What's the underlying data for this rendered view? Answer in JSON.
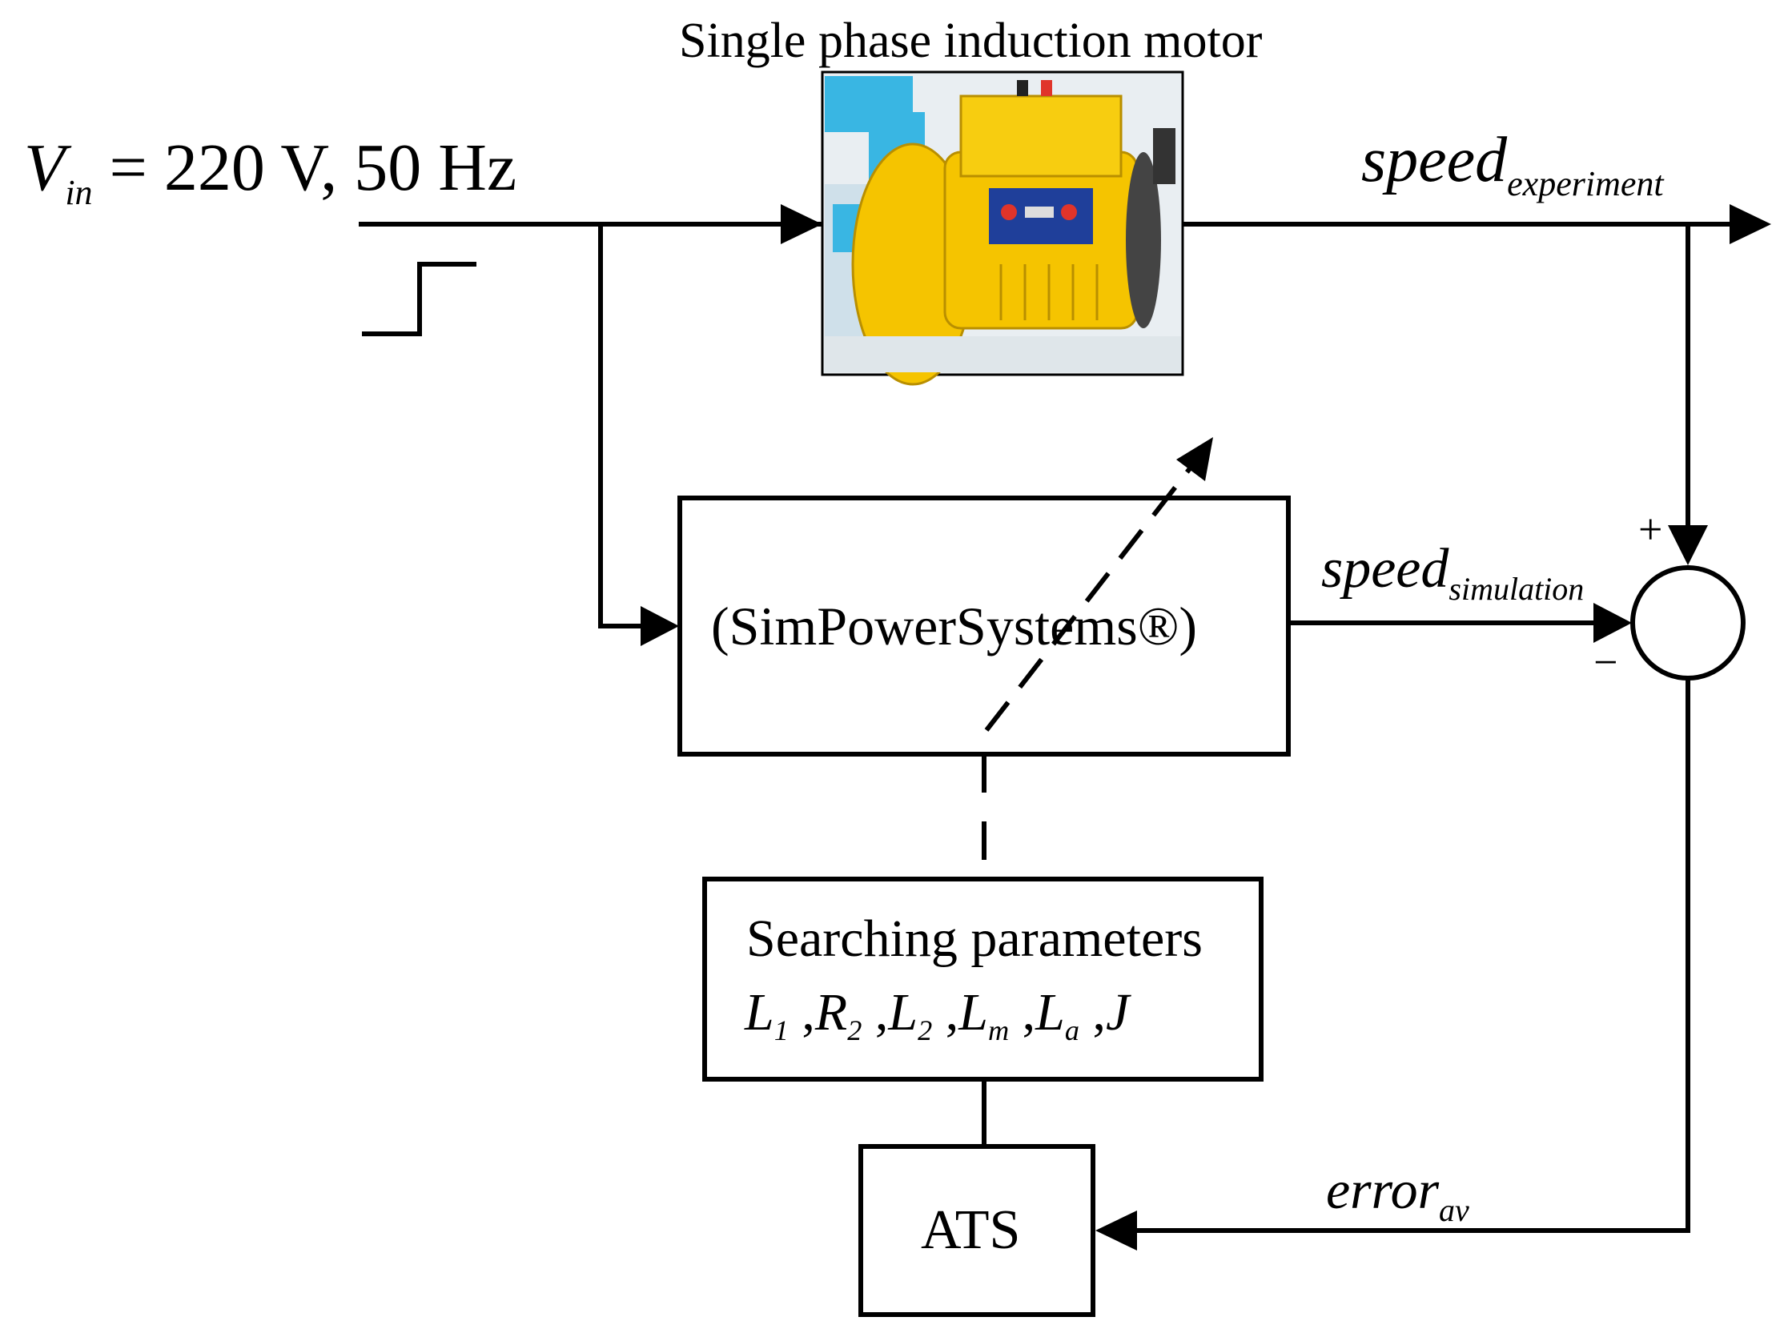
{
  "motor": {
    "title": "Single phase induction motor"
  },
  "input": {
    "symbol": "V",
    "subscript": "in",
    "equals": "=",
    "value": "220 V, 50 Hz"
  },
  "outputs": {
    "experiment": {
      "main": "speed",
      "sub": "experiment"
    },
    "simulation": {
      "main": "speed",
      "sub": "simulation"
    },
    "error": {
      "main": "error",
      "sub": "av"
    }
  },
  "blocks": {
    "simulation_model": "(SimPowerSystems®)",
    "search_title": "Searching parameters",
    "params": [
      {
        "sym": "L",
        "sub": "1"
      },
      {
        "sym": "R",
        "sub": "2"
      },
      {
        "sym": "L",
        "sub": "2"
      },
      {
        "sym": "L",
        "sub": "m"
      },
      {
        "sym": "L",
        "sub": "a"
      },
      {
        "sym": "J",
        "sub": ""
      }
    ],
    "param_sep": ",",
    "ats": "ATS"
  },
  "summing": {
    "plus": "+",
    "minus": "−"
  },
  "colors": {
    "line": "#000000",
    "motor_body": "#f5c400",
    "pipe": "#39b6e3",
    "photo_bg": "#e9eef2",
    "terminal_plate": "#1f3f9a",
    "terminal_red": "#e0342a"
  }
}
